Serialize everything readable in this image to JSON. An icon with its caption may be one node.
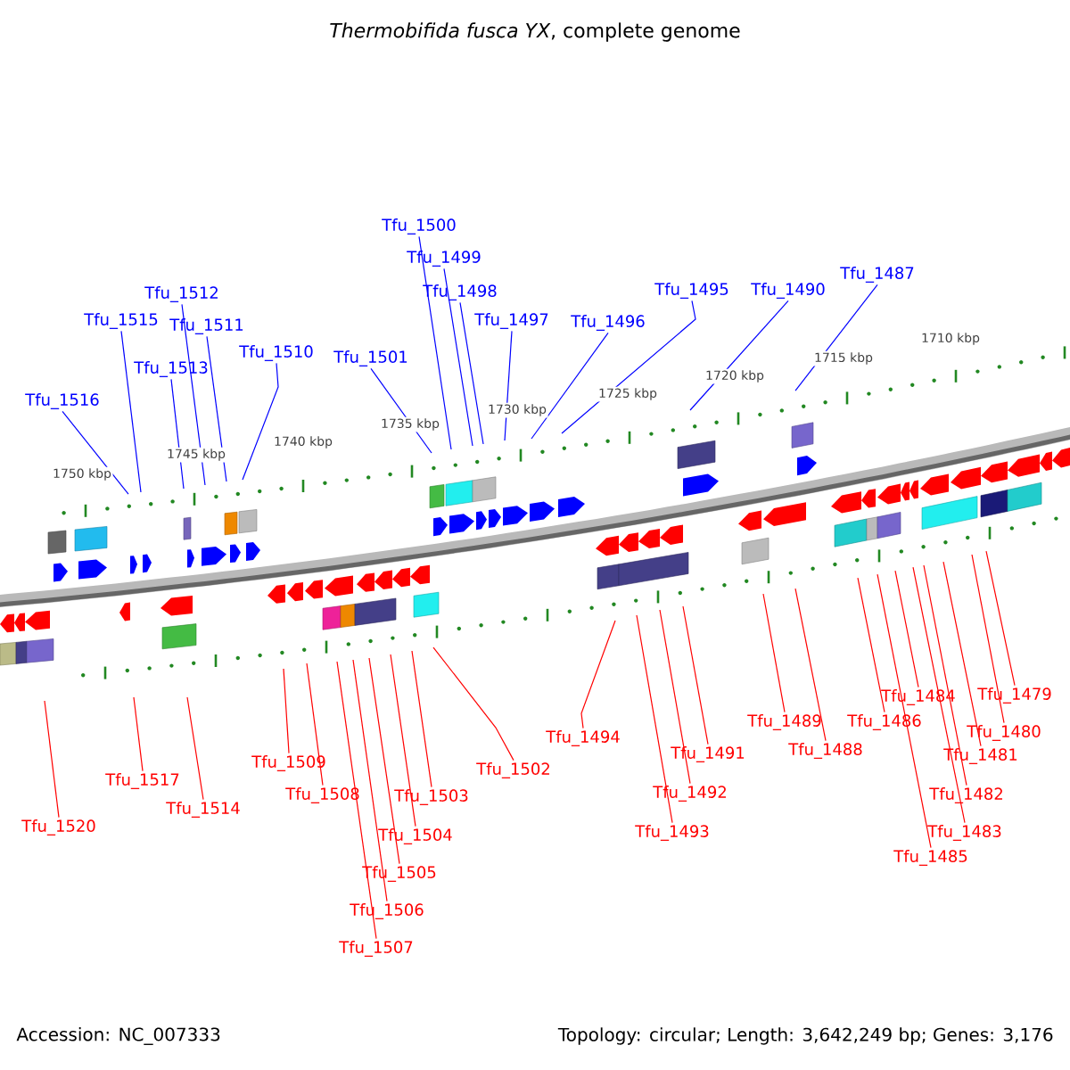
{
  "diagram": {
    "title": "*Thermobifida fusca YX*, complete genome",
    "nodes": [
      {
        "text": [
          "Tfu_1516"
        ]
      },
      {
        "text": [
          "Tfu_1515"
        ]
      },
      {
        "text": [
          "Tfu_1513"
        ]
      },
      {
        "text": [
          "Tfu_1512"
        ]
      },
      {
        "text": [
          "Tfu_1511"
        ]
      },
      {
        "text": [
          "Tfu_1510"
        ]
      },
      {
        "text": [
          "Tfu_1501"
        ]
      },
      {
        "text": [
          "Tfu_1500"
        ]
      },
      {
        "text": [
          "Tfu_1499"
        ]
      },
      {
        "text": [
          "Tfu_1498"
        ]
      },
      {
        "text": [
          "Tfu_1497"
        ]
      },
      {
        "text": [
          "Tfu_1496"
        ]
      },
      {
        "text": [
          "Tfu_1495"
        ]
      },
      {
        "text": [
          "Tfu_1490"
        ]
      },
      {
        "text": [
          "Tfu_1487"
        ]
      },
      {
        "text": [
          "Tfu_1520"
        ]
      },
      {
        "text": [
          "Tfu_1517"
        ]
      },
      {
        "text": [
          "Tfu_1514"
        ]
      },
      {
        "text": [
          "Tfu_1509"
        ]
      },
      {
        "text": [
          "Tfu_1508"
        ]
      },
      {
        "text": [
          "Tfu_1507"
        ]
      },
      {
        "text": [
          "Tfu_1506"
        ]
      },
      {
        "text": [
          "Tfu_1505"
        ]
      },
      {
        "text": [
          "Tfu_1504"
        ]
      },
      {
        "text": [
          "Tfu_1503"
        ]
      },
      {
        "text": [
          "Tfu_1502"
        ]
      },
      {
        "text": [
          "Tfu_1494"
        ]
      },
      {
        "text": [
          "Tfu_1493"
        ]
      },
      {
        "text": [
          "Tfu_1492"
        ]
      },
      {
        "text": [
          "Tfu_1491"
        ]
      },
      {
        "text": [
          "Tfu_1489"
        ]
      },
      {
        "text": [
          "Tfu_1488"
        ]
      },
      {
        "text": [
          "Tfu_1486"
        ]
      },
      {
        "text": [
          "Tfu_1485"
        ]
      },
      {
        "text": [
          "Tfu_1484"
        ]
      },
      {
        "text": [
          "Tfu_1483"
        ]
      },
      {
        "text": [
          "Tfu_1482"
        ]
      },
      {
        "text": [
          "Tfu_1481"
        ]
      },
      {
        "text": [
          "Tfu_1480"
        ]
      },
      {
        "text": [
          "Tfu_1479"
        ]
      }
    ],
    "edges": [
      {
        "from": 0,
        "to": null,
        "arrow": "none",
        "color": "#0000ff"
      },
      {
        "from": 1,
        "to": null,
        "arrow": "none",
        "color": "#0000ff"
      },
      {
        "from": 2,
        "to": null,
        "arrow": "none",
        "color": "#0000ff"
      },
      {
        "from": 3,
        "to": null,
        "arrow": "none",
        "color": "#0000ff"
      },
      {
        "from": 4,
        "to": null,
        "arrow": "none",
        "color": "#0000ff"
      },
      {
        "from": 5,
        "to": null,
        "arrow": "none",
        "color": "#0000ff"
      },
      {
        "from": 6,
        "to": null,
        "arrow": "none",
        "color": "#0000ff"
      },
      {
        "from": 7,
        "to": null,
        "arrow": "none",
        "color": "#0000ff"
      },
      {
        "from": 8,
        "to": null,
        "arrow": "none",
        "color": "#0000ff"
      },
      {
        "from": 9,
        "to": null,
        "arrow": "none",
        "color": "#0000ff"
      },
      {
        "from": 10,
        "to": null,
        "arrow": "none",
        "color": "#0000ff"
      },
      {
        "from": 11,
        "to": null,
        "arrow": "none",
        "color": "#0000ff"
      },
      {
        "from": 12,
        "to": null,
        "arrow": "none",
        "color": "#0000ff"
      },
      {
        "from": 13,
        "to": null,
        "arrow": "none",
        "color": "#0000ff"
      },
      {
        "from": 14,
        "to": null,
        "arrow": "none",
        "color": "#0000ff"
      },
      {
        "from": 15,
        "to": null,
        "arrow": "none"
      },
      {
        "from": 16,
        "to": null,
        "arrow": "none"
      },
      {
        "from": 17,
        "to": null,
        "arrow": "none"
      },
      {
        "from": 18,
        "to": null,
        "arrow": "none"
      },
      {
        "from": 19,
        "to": null,
        "arrow": "none"
      },
      {
        "from": 20,
        "to": null,
        "arrow": "none"
      },
      {
        "from": 21,
        "to": null,
        "arrow": "none"
      },
      {
        "from": 22,
        "to": null,
        "arrow": "none"
      },
      {
        "from": 23,
        "to": null,
        "arrow": "none"
      },
      {
        "from": 24,
        "to": null,
        "arrow": "none"
      },
      {
        "from": 25,
        "to": null,
        "arrow": "none"
      },
      {
        "from": 26,
        "to": null,
        "arrow": "none"
      },
      {
        "from": 27,
        "to": null,
        "arrow": "none"
      },
      {
        "from": 28,
        "to": null,
        "arrow": "none"
      },
      {
        "from": 29,
        "to": null,
        "arrow": "none"
      },
      {
        "from": 30,
        "to": null,
        "arrow": "none"
      },
      {
        "from": 31,
        "to": null,
        "arrow": "none"
      },
      {
        "from": 32,
        "to": null,
        "arrow": "none"
      },
      {
        "from": 33,
        "to": null,
        "arrow": "none"
      },
      {
        "from": 34,
        "to": null,
        "arrow": "none"
      },
      {
        "from": 35,
        "to": null,
        "arrow": "none"
      },
      {
        "from": 36,
        "to": null,
        "arrow": "none"
      },
      {
        "from": 37,
        "to": null,
        "arrow": "none"
      },
      {
        "from": 38,
        "to": null,
        "arrow": "none"
      },
      {
        "from": 39,
        "to": null,
        "arrow": "none"
      }
    ],
    "labels": [
      "1710 kbp",
      "1715 kbp",
      "1720 kbp",
      "1725 kbp",
      "1730 kbp",
      "1735 kbp",
      "1740 kbp",
      "1745 kbp",
      "1750 kbp",
      "Accession: NC_007333",
      "Topology: circular; Length: 3,642,249 bp; Genes: 3,176"
    ]
  }
}
